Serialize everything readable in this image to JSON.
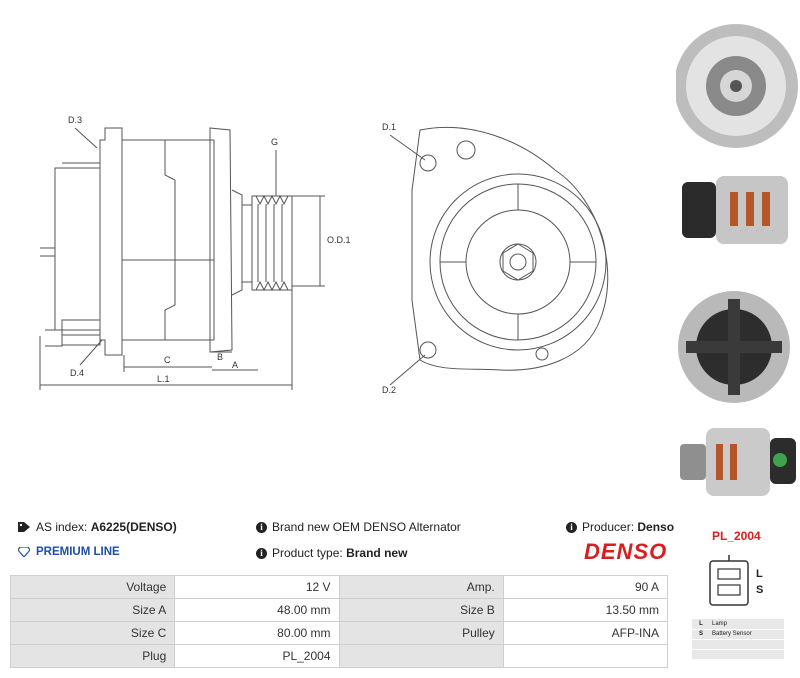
{
  "drawing_labels": {
    "d3": "D.3",
    "d4": "D.4",
    "g": "G",
    "od1": "O.D.1",
    "b": "B",
    "a": "A",
    "c": "C",
    "l1": "L.1",
    "d1": "D.1",
    "d2": "D.2"
  },
  "photos": [
    {
      "icon": "alternator-front-photo"
    },
    {
      "icon": "alternator-side-photo"
    },
    {
      "icon": "alternator-rear-photo"
    },
    {
      "icon": "alternator-pulley-photo"
    }
  ],
  "info": {
    "as_index_label": "AS index:",
    "as_index_value": "A6225(DENSO)",
    "description": "Brand new OEM DENSO Alternator",
    "producer_label": "Producer:",
    "producer_value": "Denso",
    "premium": "PREMIUM LINE",
    "product_type_label": "Product type:",
    "product_type_value": "Brand new",
    "brand_logo": "DENSO"
  },
  "specs": [
    {
      "l1": "Voltage",
      "v1": "12 V",
      "l2": "Amp.",
      "v2": "90 A"
    },
    {
      "l1": "Size A",
      "v1": "48.00 mm",
      "l2": "Size B",
      "v2": "13.50 mm"
    },
    {
      "l1": "Size C",
      "v1": "80.00 mm",
      "l2": "Pulley",
      "v2": "AFP-INA"
    },
    {
      "l1": "Plug",
      "v1": "PL_2004",
      "l2": "",
      "v2": ""
    }
  ],
  "plug": {
    "title": "PL_2004",
    "pin1": "L",
    "pin2": "S",
    "legend": [
      {
        "k": "L",
        "v": "Lamp"
      },
      {
        "k": "S",
        "v": "Battery Sensor"
      },
      {
        "k": "",
        "v": ""
      },
      {
        "k": "",
        "v": ""
      }
    ]
  },
  "colors": {
    "accent_red": "#d81e1e",
    "premium_blue": "#1e4fa3",
    "label_bg": "#e4e4e4"
  }
}
